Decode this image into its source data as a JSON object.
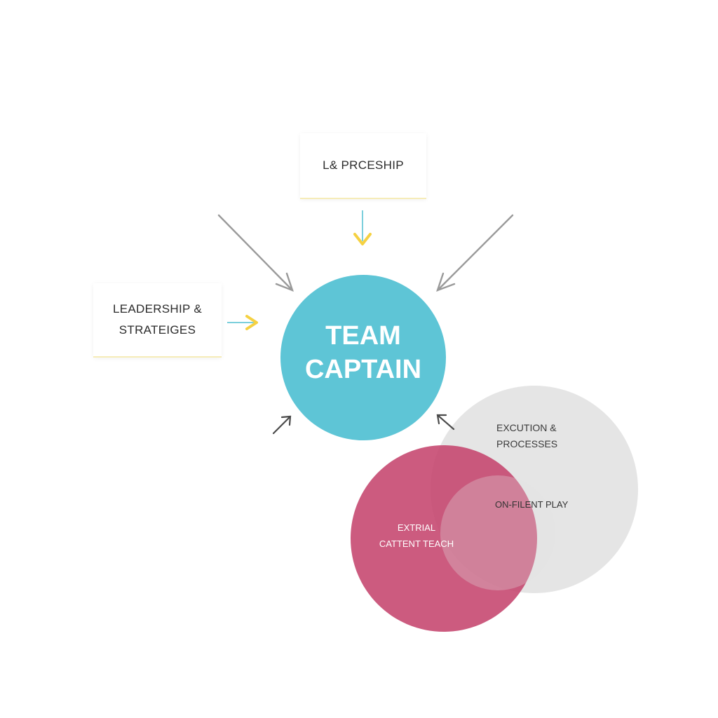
{
  "diagram": {
    "center": {
      "line1": "TEAM",
      "line2": "CAPTAIN",
      "color": "#5ec5d6"
    },
    "top_box": {
      "label": "L& PRCESHIP"
    },
    "left_box": {
      "line1": "LEADERSHIP &",
      "line2": "STRATEIGES"
    },
    "execution": {
      "line1": "EXCUTION &",
      "line2": "PROCESSES",
      "color": "#e3e3e3"
    },
    "on_field": {
      "label": "ON-FILENT PLAY"
    },
    "extrial": {
      "line1": "EXTRIAL",
      "line2": "CATTENT TEACH",
      "color": "#c4406a"
    },
    "colors": {
      "arrow_gray": "#9a9a9a",
      "arrow_dark": "#4a4a4a",
      "arrow_yellow": "#f5d142",
      "arrow_teal": "#7ccfdc"
    }
  }
}
